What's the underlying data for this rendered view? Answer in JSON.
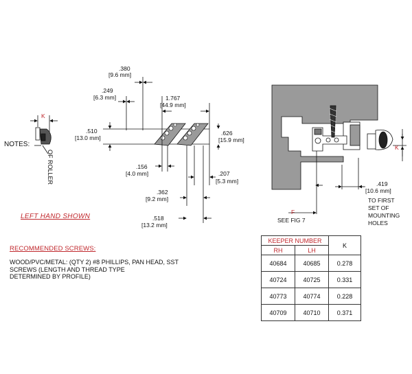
{
  "left_view": {
    "k_label": "K",
    "notes_label": "NOTES:",
    "of_roller_label": "OF ROLLER",
    "left_hand_shown": "LEFT HAND SHOWN"
  },
  "dimensions": {
    "d380": ".380",
    "d380_mm": "[9.6 mm]",
    "d249": ".249",
    "d249_mm": "[6.3 mm]",
    "d1767": "1.767",
    "d1767_mm": "[44.9 mm]",
    "d510": ".510",
    "d510_mm": "[13.0 mm]",
    "d626": ".626",
    "d626_mm": "[15.9 mm]",
    "d156": ".156",
    "d156_mm": "[4.0 mm]",
    "d207": ".207",
    "d207_mm": "[5.3 mm]",
    "d362": ".362",
    "d362_mm": "[9.2 mm]",
    "d518": ".518",
    "d518_mm": "[13.2 mm]"
  },
  "section_view": {
    "k_label": "K",
    "d419": ".419",
    "d419_mm": "[10.6 mm]",
    "to_first": "TO FIRST",
    "set_of": "SET OF",
    "mounting": "MOUNTING",
    "holes": "HOLES",
    "f_label": "F",
    "see_fig": "SEE FIG 7"
  },
  "recommended": {
    "title": "RECOMMENDED SCREWS:",
    "line1": "WOOD/PVC/METAL: (QTY 2) #8 PHILLIPS, PAN HEAD, SST",
    "line2": "SCREWS (LENGTH AND THREAD TYPE",
    "line3": "DETERMINED BY PROFILE)"
  },
  "keeper_table": {
    "header": "KEEPER NUMBER",
    "col_rh": "RH",
    "col_lh": "LH",
    "col_k": "K",
    "rows": [
      {
        "rh": "40684",
        "lh": "40685",
        "k": "0.278"
      },
      {
        "rh": "40724",
        "lh": "40725",
        "k": "0.331"
      },
      {
        "rh": "40773",
        "lh": "40774",
        "k": "0.228"
      },
      {
        "rh": "40709",
        "lh": "40710",
        "k": "0.371"
      }
    ]
  },
  "colors": {
    "accent_red": "#c0282d",
    "body_gray": "#9a9a9a"
  }
}
